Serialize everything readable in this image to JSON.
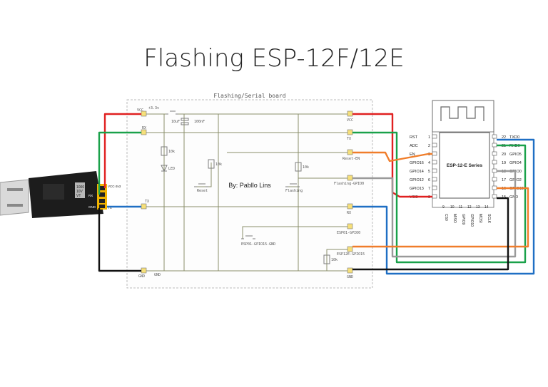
{
  "title": "Flashing ESP-12F/12E",
  "board": {
    "title": "Flashing/Serial board",
    "author": "By: Pabllo Lins",
    "left_labels": [
      "VCC",
      "RX",
      "TX",
      "GND"
    ],
    "left_values": [
      "+3.3v",
      "GND"
    ],
    "components": [
      "10uF",
      "100nF",
      "10k",
      "LED",
      "10k",
      "10k",
      "Reset",
      "Flashing",
      "10k",
      "ESP01-GPIO15-GND"
    ],
    "right_labels": [
      "VCC",
      "TX",
      "Reset-EN",
      "Flashing-GPIO0",
      "RX",
      "ESP01-GPIO0",
      "ESP12E-GPIO15",
      "GND"
    ]
  },
  "usb": {
    "chip_text": [
      "1000",
      "10V",
      "VT"
    ],
    "header_labels": [
      "VCC-3v3",
      "TX",
      "RX",
      "GND"
    ]
  },
  "esp": {
    "name": "ESP-12-E Series",
    "left_pins": [
      {
        "name": "RST",
        "num": "1"
      },
      {
        "name": "ADC",
        "num": "2"
      },
      {
        "name": "EN",
        "num": "3"
      },
      {
        "name": "GPIO16",
        "num": "4"
      },
      {
        "name": "GPIO14",
        "num": "5"
      },
      {
        "name": "GPIO12",
        "num": "6"
      },
      {
        "name": "GPIO13",
        "num": "7"
      },
      {
        "name": "VCC",
        "num": "8"
      }
    ],
    "right_pins": [
      {
        "num": "22",
        "name": "TXD0"
      },
      {
        "num": "21",
        "name": "RXD0"
      },
      {
        "num": "20",
        "name": "GPIO5"
      },
      {
        "num": "19",
        "name": "GPIO4"
      },
      {
        "num": "18",
        "name": "GPIO0"
      },
      {
        "num": "17",
        "name": "GPIO2"
      },
      {
        "num": "16",
        "name": "GPIO15"
      },
      {
        "num": "15",
        "name": "GND"
      }
    ],
    "bottom_nums": [
      "9",
      "10",
      "11",
      "12",
      "13",
      "14"
    ],
    "bottom_names": [
      "CS0",
      "MISO",
      "GPIO9",
      "GPIO10",
      "MOSI",
      "SCLK"
    ]
  },
  "colors": {
    "vcc": "#e02020",
    "rx": "#1aa14a",
    "tx": "#1f6fc4",
    "gnd": "#111111",
    "en": "#f07d2a",
    "gpio0": "#9a9a9a",
    "gpio15": "#f07d2a"
  }
}
